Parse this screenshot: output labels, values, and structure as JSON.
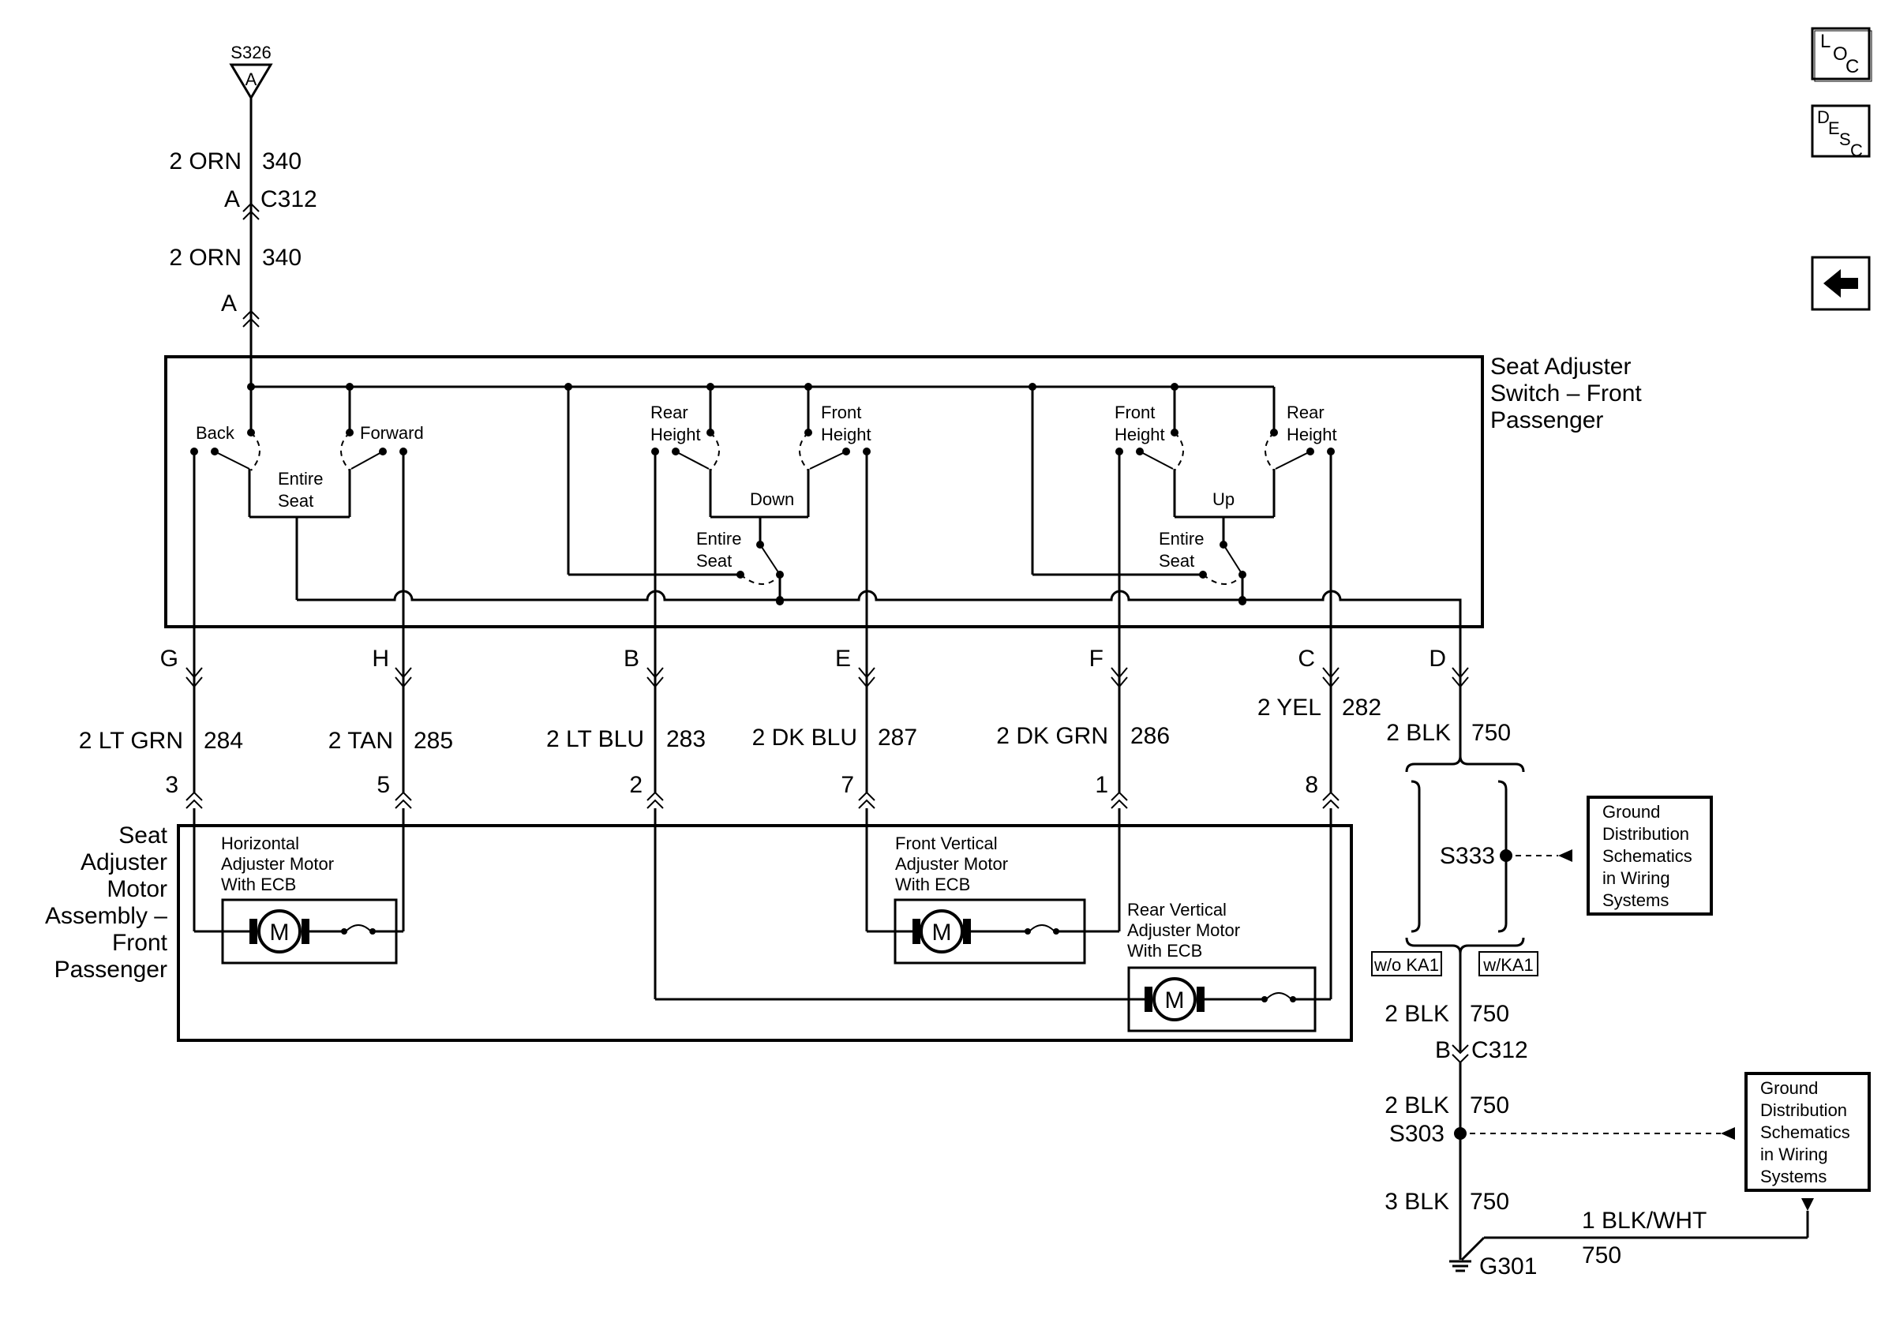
{
  "splice_top": {
    "name": "S326",
    "letter": "A"
  },
  "feed": {
    "upper_wire": "2 ORN",
    "upper_circuit": "340",
    "conn_pin": "A",
    "conn_name": "C312",
    "lower_wire": "2 ORN",
    "lower_circuit": "340",
    "lower_pin": "A"
  },
  "switch": {
    "title_lines": [
      "Seat Adjuster",
      "Switch – Front",
      "Passenger"
    ],
    "back": "Back",
    "forward": "Forward",
    "entire_seat": [
      "Entire",
      "Seat"
    ],
    "rear_height": [
      "Rear",
      "Height"
    ],
    "front_height": [
      "Front",
      "Height"
    ],
    "down": "Down",
    "up": "Up"
  },
  "pins": [
    {
      "pin": "G",
      "wire": "2 LT GRN",
      "circuit": "284",
      "motor_pin": "3"
    },
    {
      "pin": "H",
      "wire": "2 TAN",
      "circuit": "285",
      "motor_pin": "5"
    },
    {
      "pin": "B",
      "wire": "2 LT BLU",
      "circuit": "283",
      "motor_pin": "2"
    },
    {
      "pin": "E",
      "wire": "2 DK BLU",
      "circuit": "287",
      "motor_pin": "7"
    },
    {
      "pin": "F",
      "wire": "2 DK GRN",
      "circuit": "286",
      "motor_pin": "1"
    },
    {
      "pin": "C",
      "wire": "2 YEL",
      "circuit": "282",
      "motor_pin": "8"
    },
    {
      "pin": "D",
      "wire": "2 BLK",
      "circuit": "750"
    }
  ],
  "motor_assembly": {
    "title_lines": [
      "Seat",
      "Adjuster",
      "Motor",
      "Assembly –",
      "Front",
      "Passenger"
    ],
    "horizontal": [
      "Horizontal",
      "Adjuster Motor",
      "With ECB"
    ],
    "front_vertical": [
      "Front Vertical",
      "Adjuster Motor",
      "With ECB"
    ],
    "rear_vertical": [
      "Rear Vertical",
      "Adjuster Motor",
      "With ECB"
    ],
    "motor_symbol": "M"
  },
  "ground": {
    "s333": "S333",
    "ref_lines": [
      "Ground",
      "Distribution",
      "Schematics",
      "in Wiring",
      "Systems"
    ],
    "wo_ka1": "w/o KA1",
    "w_ka1": "w/KA1",
    "wire_a": "2 BLK",
    "circuit_a": "750",
    "conn_pin": "B",
    "conn_name": "C312",
    "wire_b": "2 BLK",
    "circuit_b": "750",
    "s303": "S303",
    "wire_c": "3 BLK",
    "circuit_c": "750",
    "wire_d": "1 BLK/WHT",
    "circuit_d": "750",
    "g301": "G301"
  },
  "nav": {
    "loc": [
      "L",
      "O",
      "C"
    ],
    "desc": [
      "D",
      "E",
      "S",
      "C"
    ],
    "back_icon": "left-arrow-icon"
  }
}
